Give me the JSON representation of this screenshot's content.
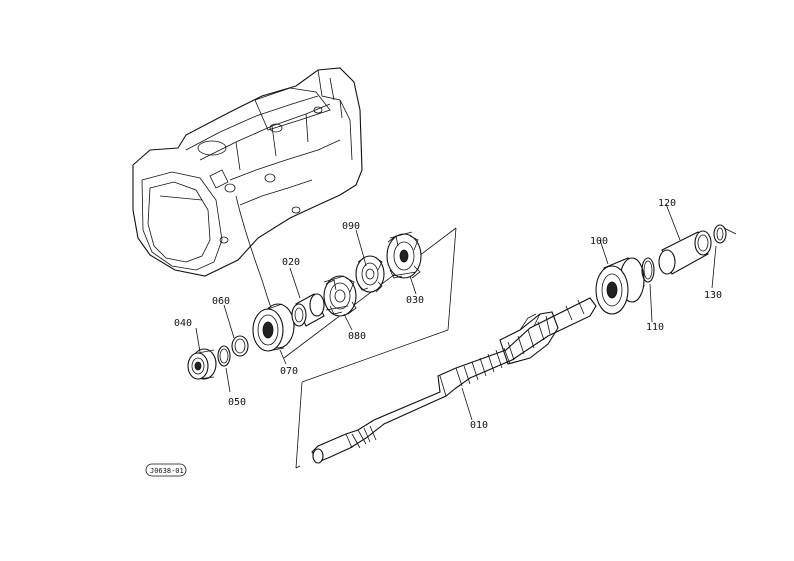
{
  "diagram": {
    "reference_code": "J0638-01",
    "part_labels": {
      "p010": "010",
      "p020": "020",
      "p030": "030",
      "p040": "040",
      "p050": "050",
      "p060": "060",
      "p070": "070",
      "p080": "080",
      "p090": "090",
      "p100": "100",
      "p110": "110",
      "p120": "120",
      "p130": "130"
    }
  }
}
